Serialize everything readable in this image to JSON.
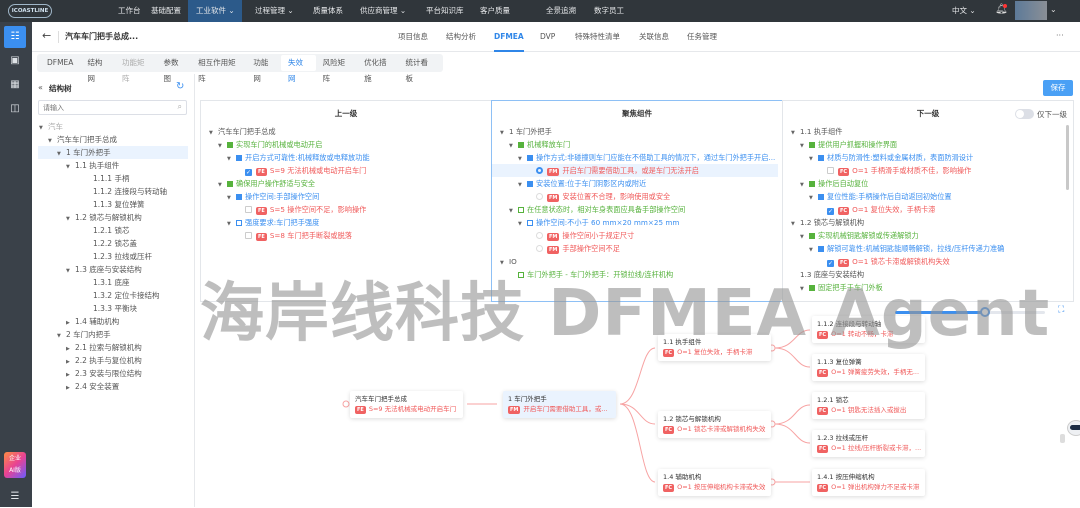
{
  "topnav": {
    "logo": "ICOASTLINE",
    "items": [
      "工作台",
      "基础配置",
      "工业软件",
      "过程管理",
      "质量体系",
      "供应商管理",
      "平台知识库",
      "客户质量",
      "全景追溯",
      "数字员工"
    ],
    "active_index": 2,
    "language": "中文"
  },
  "sidebar": {
    "ai_badge_line1": "企业",
    "ai_badge_line2": "AI版"
  },
  "header": {
    "back": "←",
    "title": "汽车车门把手总成...",
    "tabs": [
      "项目信息",
      "结构分析",
      "DFMEA",
      "DVP",
      "特殊特性清单",
      "关联信息",
      "任务管理"
    ],
    "active_tab": "DFMEA",
    "more": "···"
  },
  "subtabs": {
    "items": [
      "DFMEA",
      "结构网",
      "功能矩阵",
      "参数图",
      "相互作用矩阵",
      "功能网",
      "失效网",
      "风险矩阵",
      "优化措施",
      "统计看板"
    ],
    "active": "失效网",
    "disabled": "功能矩阵"
  },
  "tree": {
    "title": "结构树",
    "collapse": "«",
    "search_placeholder": "请输入",
    "rows": [
      {
        "label": "汽车",
        "depth": 0,
        "arrow": "down",
        "muted": true
      },
      {
        "label": "汽车车门把手总成",
        "depth": 1,
        "arrow": "down"
      },
      {
        "label": "1 车门外把手",
        "depth": 2,
        "arrow": "down",
        "selected": true
      },
      {
        "label": "1.1 执手组件",
        "depth": 3,
        "arrow": "down"
      },
      {
        "label": "1.1.1 手柄",
        "depth": 4
      },
      {
        "label": "1.1.2 连接段与转动轴",
        "depth": 4
      },
      {
        "label": "1.1.3 复位弹簧",
        "depth": 4
      },
      {
        "label": "1.2 锁芯与解锁机构",
        "depth": 3,
        "arrow": "down"
      },
      {
        "label": "1.2.1 锁芯",
        "depth": 4
      },
      {
        "label": "1.2.2 锁芯盖",
        "depth": 4
      },
      {
        "label": "1.2.3 拉线或压杆",
        "depth": 4
      },
      {
        "label": "1.3 底座与安装结构",
        "depth": 3,
        "arrow": "down"
      },
      {
        "label": "1.3.1 底座",
        "depth": 4
      },
      {
        "label": "1.3.2 定位卡接结构",
        "depth": 4
      },
      {
        "label": "1.3.3 平衡块",
        "depth": 4
      },
      {
        "label": "1.4 辅助机构",
        "depth": 3,
        "arrow": "right"
      },
      {
        "label": "2 车门内把手",
        "depth": 2,
        "arrow": "down"
      },
      {
        "label": "2.1 拉索与解锁机构",
        "depth": 3,
        "arrow": "right"
      },
      {
        "label": "2.2 执手与复位机构",
        "depth": 3,
        "arrow": "right"
      },
      {
        "label": "2.3 安装与限位结构",
        "depth": 3,
        "arrow": "right"
      },
      {
        "label": "2.4 安全装置",
        "depth": 3,
        "arrow": "right"
      }
    ]
  },
  "save_label": "保存",
  "panels": [
    {
      "title": "上一级",
      "rows": [
        {
          "kind": "node",
          "depth": 0,
          "text": "汽车车门把手总成"
        },
        {
          "kind": "func",
          "depth": 1,
          "text": "实现车门的机械或电动开启"
        },
        {
          "kind": "char",
          "depth": 2,
          "text": "开启方式可靠性:机械释放或电释放功能"
        },
        {
          "kind": "fail",
          "depth": 3,
          "ctl": "check",
          "on": true,
          "tag": "FE",
          "text": "S=9 无法机械或电动开启车门"
        },
        {
          "kind": "func",
          "depth": 1,
          "text": "确保用户操作舒适与安全"
        },
        {
          "kind": "char",
          "depth": 2,
          "text": "操作空间:手部操作空间"
        },
        {
          "kind": "fail",
          "depth": 3,
          "ctl": "check",
          "tag": "FE",
          "text": "S=5 操作空间不足，影响操作"
        },
        {
          "kind": "char",
          "depth": 2,
          "hollow": true,
          "text": "强度要求:车门把手强度"
        },
        {
          "kind": "fail",
          "depth": 3,
          "ctl": "check",
          "tag": "FE",
          "text": "S=8 车门把手断裂或脱落"
        }
      ]
    },
    {
      "title": "聚焦组件",
      "rows": [
        {
          "kind": "node",
          "depth": 0,
          "text": "1 车门外把手"
        },
        {
          "kind": "func",
          "depth": 1,
          "text": "机械释放车门"
        },
        {
          "kind": "char",
          "depth": 2,
          "text": "操作方式:非碰撞则车门应能在不借助工具的情况下，通过车门外把手开启..."
        },
        {
          "kind": "fail",
          "depth": 3,
          "ctl": "radio",
          "on": true,
          "sel": true,
          "tag": "FM",
          "text": "开启车门需要借助工具，或是车门无法开启"
        },
        {
          "kind": "char",
          "depth": 2,
          "text": "安装位置:位于车门阴影区内或附近"
        },
        {
          "kind": "fail",
          "depth": 3,
          "ctl": "radio",
          "tag": "FM",
          "text": "安装位置不合理，影响使用或安全"
        },
        {
          "kind": "func",
          "depth": 1,
          "hollow": true,
          "text": "在任意状态时，相对车身表面应具备手部操作空间"
        },
        {
          "kind": "char",
          "depth": 2,
          "hollow": true,
          "text": "操作空间:不小于 60 mm×20 mm×25 mm"
        },
        {
          "kind": "fail",
          "depth": 3,
          "ctl": "radio",
          "tag": "FM",
          "text": "操作空间小于规定尺寸"
        },
        {
          "kind": "fail",
          "depth": 3,
          "ctl": "radio",
          "tag": "FM",
          "text": "手部操作空间不足"
        },
        {
          "kind": "node",
          "depth": 0,
          "text": "IO"
        },
        {
          "kind": "func",
          "depth": 1,
          "hollow": true,
          "noarrow": true,
          "text": "车门外把手 - 车门外把手：开锁拉线/连杆机构"
        }
      ]
    },
    {
      "title": "下一级",
      "toggle_label": "仅下一级",
      "rows": [
        {
          "kind": "node",
          "depth": 0,
          "text": "1.1 执手组件"
        },
        {
          "kind": "func",
          "depth": 1,
          "text": "提供用户抓握和操作界面"
        },
        {
          "kind": "char",
          "depth": 2,
          "text": "材质与防滑性:塑料或金属材质，表面防滑设计"
        },
        {
          "kind": "fail",
          "depth": 3,
          "ctl": "check",
          "tag": "FC",
          "text": "O=1 手柄滑手或材质不佳，影响操作"
        },
        {
          "kind": "func",
          "depth": 1,
          "text": "操作后自动复位"
        },
        {
          "kind": "char",
          "depth": 2,
          "text": "复位性能:手柄操作后自动返回初始位置"
        },
        {
          "kind": "fail",
          "depth": 3,
          "ctl": "check",
          "on": true,
          "tag": "FC",
          "text": "O=1 复位失效，手柄卡滞"
        },
        {
          "kind": "node",
          "depth": 0,
          "text": "1.2 锁芯与解锁机构"
        },
        {
          "kind": "func",
          "depth": 1,
          "text": "实现机械钥匙解锁或传递解锁力"
        },
        {
          "kind": "char",
          "depth": 2,
          "text": "解锁可靠性:机械钥匙能顺畅解锁，拉线/压杆传递力准确"
        },
        {
          "kind": "fail",
          "depth": 3,
          "ctl": "check",
          "on": true,
          "tag": "FC",
          "text": "O=1 锁芯卡滞或解锁机构失效"
        },
        {
          "kind": "node",
          "depth": 0,
          "noarrow": true,
          "text": "1.3 底座与安装结构"
        },
        {
          "kind": "func",
          "depth": 1,
          "text": "固定把手于车门外板"
        }
      ]
    }
  ],
  "zoom_level": 0.6,
  "mindmap": {
    "root": {
      "title": "汽车车门把手总成",
      "tag": "FE",
      "text": "S=9 无法机械或电动开启车门"
    },
    "focus": {
      "title": "1 车门外把手",
      "tag": "FM",
      "text": "开启车门需要借助工具，或..."
    },
    "children": [
      {
        "title": "1.1 执手组件",
        "tag": "FC",
        "text": "O=1 复位失效，手柄卡滞"
      },
      {
        "title": "1.2 锁芯与解锁机构",
        "tag": "FC",
        "text": "O=1 锁芯卡滞或解锁机构失效"
      },
      {
        "title": "1.4 辅助机构",
        "tag": "FC",
        "text": "O=1 按压伸缩机构卡滞或失效"
      }
    ],
    "grandchildren": [
      {
        "title": "1.1.2 连接段与转动轴",
        "tag": "FC",
        "text": "O=1 转动不畅，卡滞"
      },
      {
        "title": "1.1.3 复位弹簧",
        "tag": "FC",
        "text": "O=1 弹簧疲劳失效，手柄无..."
      },
      {
        "title": "1.2.1 锁芯",
        "tag": "FC",
        "text": "O=1 钥匙无法插入或拔出"
      },
      {
        "title": "1.2.3 拉线或压杆",
        "tag": "FC",
        "text": "O=1 拉线/压杆断裂或卡滞，..."
      },
      {
        "title": "1.4.1 按压伸缩机构",
        "tag": "FC",
        "text": "O=1 弹出机构弹力不足或卡滞"
      }
    ]
  },
  "watermark": "海岸线科技 DFMEA Agent",
  "colors": {
    "accent": "#2f86e8",
    "failure": "#f05a5a",
    "function": "#56b23c",
    "characteristic": "#3b8ff0",
    "nav": "#30363b"
  }
}
